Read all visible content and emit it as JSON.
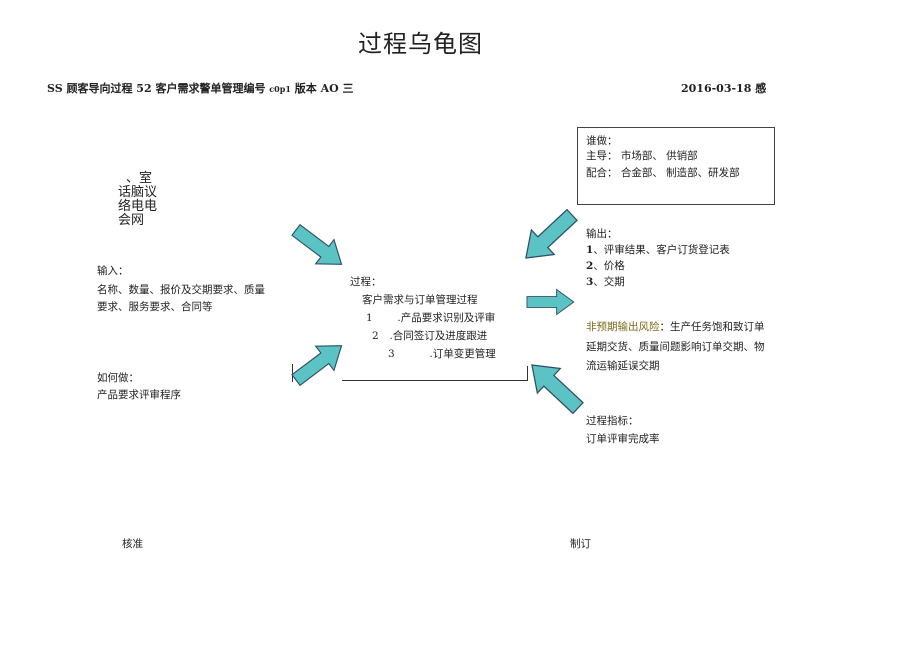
{
  "title": "过程乌龟图",
  "header": {
    "prefix": "SS 顾客导向过程 52 客户需求警单管理编号",
    "code_small": "c0p1",
    "suffix": "版本 AO 三"
  },
  "date": "2016-03-18 感",
  "left_glyphs": {
    "row1": "、室",
    "row2": "话脑议",
    "row3": "络电电",
    "row4": "会网"
  },
  "input": {
    "label": "输入：",
    "line1": "名称、数量、报价及交期要求、质量",
    "line2": "要求、服务要求、合同等"
  },
  "how": {
    "label": "如何做：",
    "line1": "产品要求评审程序"
  },
  "who": {
    "label": "谁做：",
    "primary": "主导：   市场部、    供销部",
    "coop": "配合：    合金部、   制造部、研发部"
  },
  "process": {
    "label": "过程：",
    "name": "客户需求与订单管理过程",
    "steps": [
      {
        "num": "1",
        "text": ".产品要求识别及评审"
      },
      {
        "num": "2",
        "text": ".合同签订及进度跟进"
      },
      {
        "num": "3",
        "text": ".订单变更管理"
      }
    ]
  },
  "output": {
    "label": "输出：",
    "items": [
      {
        "num": "1",
        "text": "、评审结果、客户订货登记表"
      },
      {
        "num": "2",
        "text": "、价格"
      },
      {
        "num": "3",
        "text": "、交期"
      }
    ]
  },
  "risk": {
    "label": "非预期输出风险",
    "line1": "：生产任务饱和致订单",
    "line2": "延期交货、质量间题影响订单交期、物",
    "line3": "流运输延误交期"
  },
  "metric": {
    "label": "过程指标：",
    "value": "订单评审完成率"
  },
  "footer": {
    "approve": "核准",
    "prepare": "制订"
  },
  "colors": {
    "arrow_fill": "#5cc3c5",
    "arrow_stroke": "#2f4f66",
    "risk_text": "#7a6a1a"
  }
}
